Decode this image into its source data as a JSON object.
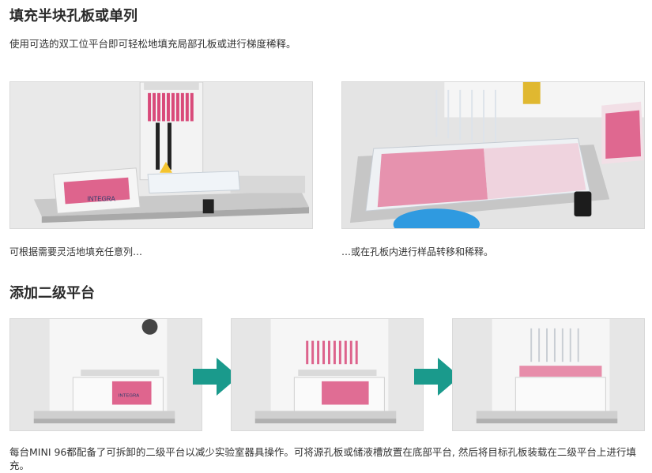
{
  "section1": {
    "title": "填充半块孔板或单列",
    "intro": "使用可选的双工位平台即可轻松地填充局部孔板或进行梯度稀释。",
    "caption_left": "可根据需要灵活地填充任意列…",
    "caption_right": "…或在孔板内进行样品转移和稀释。"
  },
  "section2": {
    "title": "添加二级平台",
    "description": "每台MINI 96都配备了可拆卸的二级平台以减少实验室器具操作。可将源孔板或储液槽放置在底部平台, 然后将目标孔板装载在二级平台上进行填充。"
  },
  "labels": {
    "reservoir_brand": "INTEGRA",
    "secondary_brand": "INTEGRA"
  },
  "colors": {
    "arrow": "#1a9a8c",
    "liquid": "#d94a7a",
    "background": "#ececec"
  },
  "icons": {
    "arrow1": "arrow-right-icon",
    "arrow2": "arrow-right-icon"
  }
}
